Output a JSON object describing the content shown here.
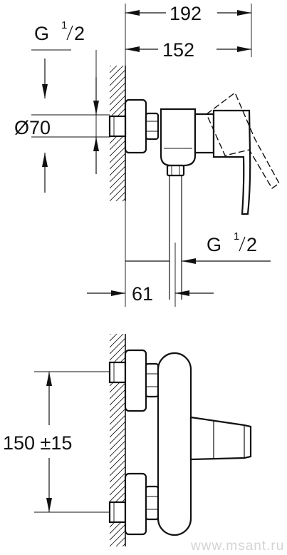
{
  "dimensions": {
    "overall_depth": "192",
    "body_depth": "152",
    "wall_to_outlet": "61",
    "connection_top": {
      "prefix": "G ",
      "num": "1",
      "den": "2"
    },
    "connection_outlet": {
      "prefix": "G ",
      "num": "1",
      "den": "2"
    },
    "eccentric_diameter": "Ø70",
    "center_distance": "150 ±15"
  },
  "watermark": "www.msant.ru",
  "colors": {
    "line": "#111111",
    "background": "#ffffff",
    "watermark": "#d4d4d4"
  }
}
